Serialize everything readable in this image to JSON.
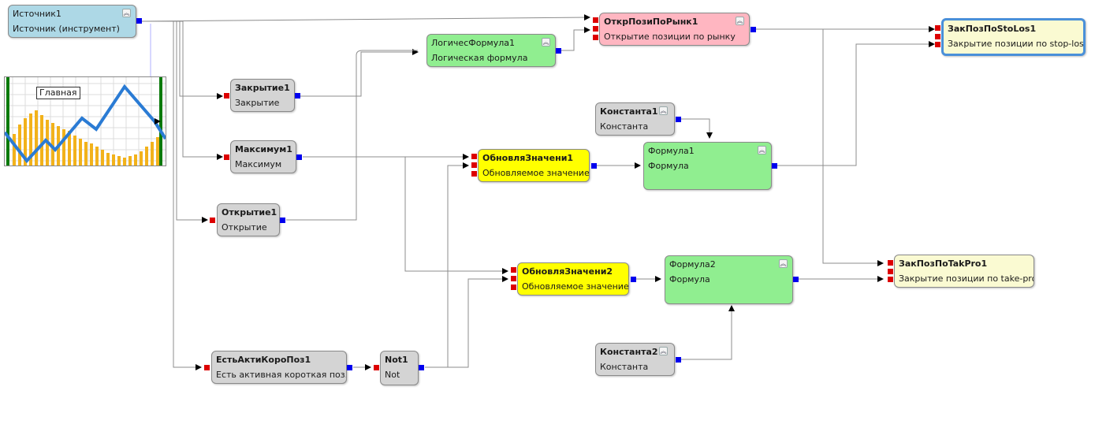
{
  "nodes": {
    "source1": {
      "title": "Источник1",
      "subtitle": "Источник (инструмент)"
    },
    "close1": {
      "title": "Закрытие1",
      "subtitle": "Закрытие"
    },
    "max1": {
      "title": "Максимум1",
      "subtitle": "Максимум"
    },
    "open1": {
      "title": "Открытие1",
      "subtitle": "Открытие"
    },
    "hasShort": {
      "title": "ЕстьАктиКороПоз1",
      "subtitle": "Есть активная короткая поз."
    },
    "not1": {
      "title": "Not1",
      "subtitle": "Not"
    },
    "logicFormula1": {
      "title": "ЛогичесФормула1",
      "subtitle": "Логическая формула"
    },
    "update1": {
      "title": "ОбновляЗначени1",
      "subtitle": "Обновляемое значение"
    },
    "update2": {
      "title": "ОбновляЗначени2",
      "subtitle": "Обновляемое значение"
    },
    "openMarket": {
      "title": "ОткрПозиПоРынк1",
      "subtitle": "Открытие позиции по рынку"
    },
    "const1": {
      "title": "Константа1",
      "subtitle": "Константа"
    },
    "const2": {
      "title": "Константа2",
      "subtitle": "Константа"
    },
    "formula1": {
      "title": "Формула1",
      "subtitle": "Формула"
    },
    "formula2": {
      "title": "Формула2",
      "subtitle": "Формула"
    },
    "stopLoss": {
      "title": "ЗакПозПоStoLos1",
      "subtitle": "Закрытие позиции по stop-loss"
    },
    "takeProfit": {
      "title": "ЗакПозПоTakPro1",
      "subtitle": "Закрытие позиции по take-profit"
    }
  },
  "chart": {
    "legend": "Главная"
  },
  "colors": {
    "gray": "#d4d4d4",
    "green": "#90ee90",
    "yellow": "#ffff00",
    "pink": "#ffb6c1",
    "cream": "#fafad2",
    "blue": "#add8e6",
    "outPin": "#0000ee",
    "inPin": "#dd0000"
  },
  "icons": {
    "collapse": "double-chevron-up-icon"
  }
}
